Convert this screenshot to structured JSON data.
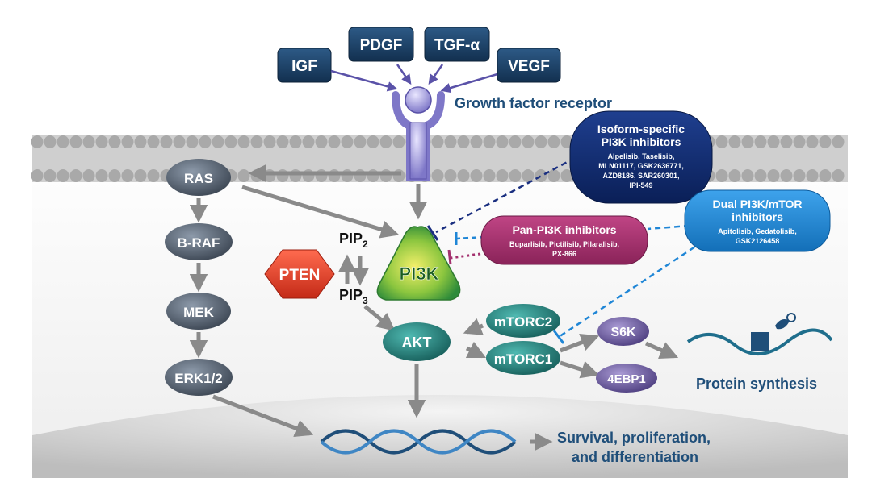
{
  "ligands": {
    "igf": "IGF",
    "pdgf": "PDGF",
    "tgf": "TGF-α",
    "vegf": "VEGF"
  },
  "receptor_label": "Growth factor receptor",
  "mapk": {
    "ras": "RAS",
    "braf": "B-RAF",
    "mek": "MEK",
    "erk": "ERK1/2"
  },
  "pten": "PTEN",
  "pip": {
    "pip2_base": "PIP",
    "pip2_sub": "2",
    "pip3_base": "PIP",
    "pip3_sub": "3"
  },
  "pi3k": "PI3K",
  "akt": "AKT",
  "mtorc2": "mTORC2",
  "mtorc1": "mTORC1",
  "s6k": "S6K",
  "ebp1": "4EBP1",
  "protein_synthesis": "Protein synthesis",
  "outcome": {
    "line1": "Survival, proliferation,",
    "line2": "and differentiation"
  },
  "isoform_box": {
    "title1": "Isoform-specific",
    "title2": "PI3K inhibitors",
    "drugs1": "Alpelisib, Taselisib,",
    "drugs2": "MLN01117, GSK2636771,",
    "drugs3": "AZD8186, SAR260301,",
    "drugs4": "IPI-549"
  },
  "dual_box": {
    "title1": "Dual PI3K/mTOR",
    "title2": "inhibitors",
    "drugs1": "Apitolisib, Gedatolisib,",
    "drugs2": "GSK2126458"
  },
  "pan_box": {
    "title": "Pan-PI3K inhibitors",
    "drugs1": "Buparlisib, Pictilisib, Pilaralisib,",
    "drugs2": "PX-866"
  },
  "colors": {
    "navy_box": "#1b3f66",
    "isoform_fill": "#0f2a6b",
    "dual_fill": "#1f86d6",
    "pan_fill": "#a3306e",
    "pten_fill": "#e8402a",
    "node_grey": "#4e5a68",
    "node_teal": "#1e7f7a",
    "node_lilac": "#6a5a9a"
  }
}
